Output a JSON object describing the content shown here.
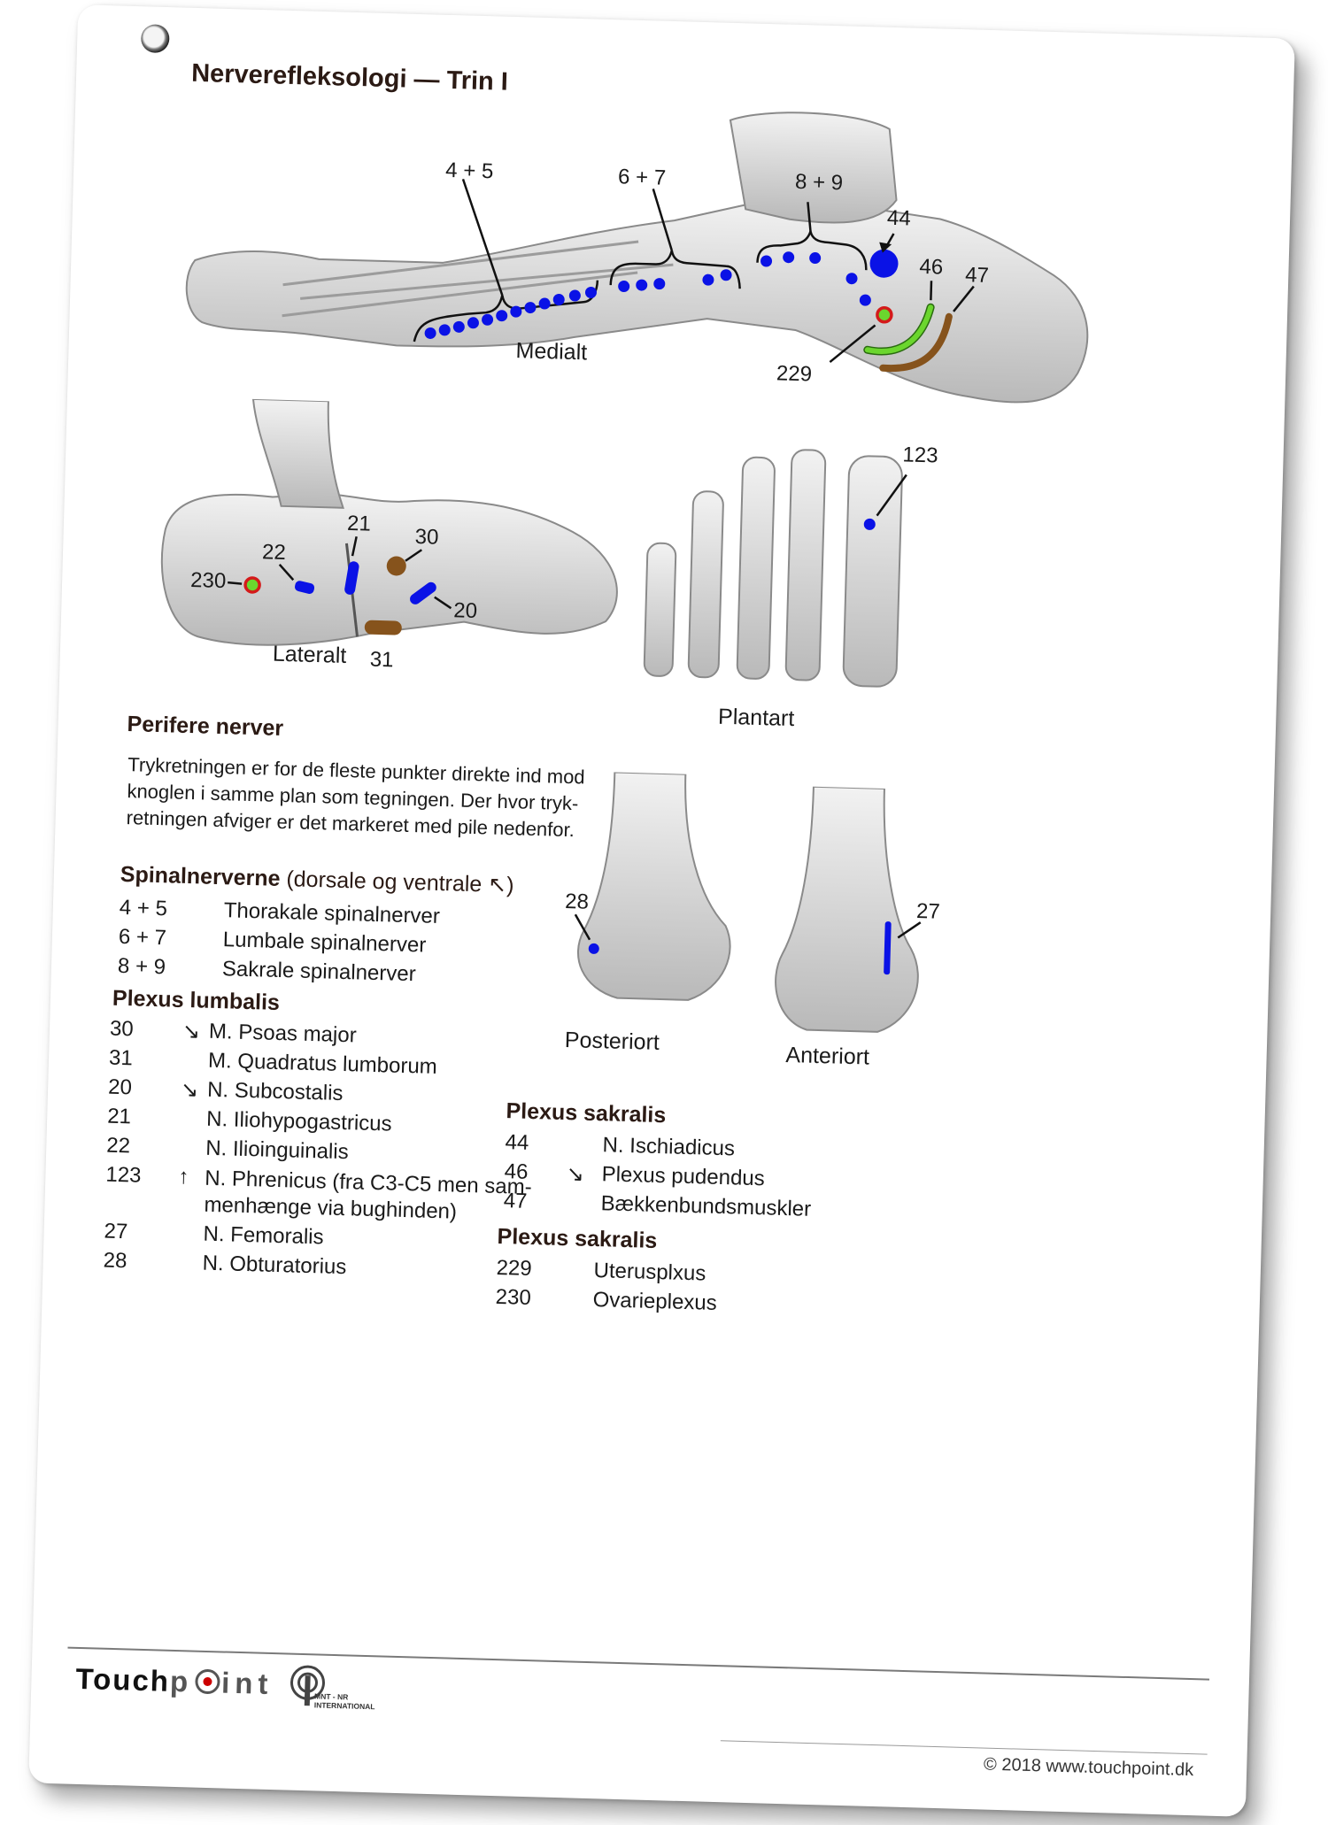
{
  "title": "Nerverefleksologi — Trin I",
  "figures": {
    "medial": {
      "caption": "Medialt",
      "labels": {
        "l45": "4 + 5",
        "l67": "6 + 7",
        "l89": "8 + 9",
        "l44": "44",
        "l46": "46",
        "l47": "47",
        "l229": "229"
      }
    },
    "lateral": {
      "caption": "Lateralt",
      "labels": {
        "l230": "230",
        "l22": "22",
        "l21": "21",
        "l30": "30",
        "l20": "20",
        "l31": "31"
      }
    },
    "plantar": {
      "caption": "Plantart",
      "labels": {
        "l123": "123"
      }
    },
    "posterior": {
      "caption": "Posteriort",
      "labels": {
        "l28": "28"
      }
    },
    "anterior": {
      "caption": "Anteriort",
      "labels": {
        "l27": "27"
      }
    }
  },
  "colors": {
    "blue": "#0a12e6",
    "green": "#6bd62e",
    "brown": "#86531c",
    "red": "#d41a1a"
  },
  "perifere": {
    "heading": "Perifere nerver",
    "lines": [
      "Trykretningen er for de fleste punkter direkte ind mod",
      "knoglen i samme plan som tegningen. Der hvor tryk-",
      "retningen afviger er det markeret med pile nedenfor."
    ]
  },
  "spinal": {
    "heading": "Spinalnerverne",
    "heading_note": "(dorsale og ventrale ↖)",
    "rows": [
      {
        "n": "4 + 5",
        "t": "Thorakale spinalnerver"
      },
      {
        "n": "6 + 7",
        "t": "Lumbale spinalnerver"
      },
      {
        "n": "8 + 9",
        "t": "Sakrale spinalnerver"
      }
    ]
  },
  "lumbalis": {
    "heading": "Plexus lumbalis",
    "rows": [
      {
        "n": "30",
        "a": "↘",
        "t": "M. Psoas major"
      },
      {
        "n": "31",
        "a": "",
        "t": "M. Quadratus lumborum"
      },
      {
        "n": "20",
        "a": "↘",
        "t": "N. Subcostalis"
      },
      {
        "n": "21",
        "a": "",
        "t": "N. Iliohypogastricus"
      },
      {
        "n": "22",
        "a": "",
        "t": "N. Ilioinguinalis"
      },
      {
        "n": "123",
        "a": "↑",
        "t": "N. Phrenicus (fra C3-C5 men sam-menhænge via bughinden)"
      },
      {
        "n": "27",
        "a": "",
        "t": "N. Femoralis"
      },
      {
        "n": "28",
        "a": "",
        "t": "N. Obturatorius"
      }
    ]
  },
  "sakralis1": {
    "heading": "Plexus sakralis",
    "rows": [
      {
        "n": "44",
        "a": "",
        "t": "N. Ischiadicus"
      },
      {
        "n": "46",
        "a": "↘",
        "t": "Plexus pudendus"
      },
      {
        "n": "47",
        "a": "",
        "t": "Bækkenbundsmuskler"
      }
    ]
  },
  "sakralis2": {
    "heading": "Plexus sakralis",
    "rows": [
      {
        "n": "229",
        "a": "",
        "t": "Uterusplxus"
      },
      {
        "n": "230",
        "a": "",
        "t": "Ovarieplexus"
      }
    ]
  },
  "footer": {
    "logo_left": "Touch",
    "logo_right": "int",
    "mnt_line1": "MNT - NR",
    "mnt_line2": "INTERNATIONAL",
    "copyright": "© 2018 www.touchpoint.dk"
  }
}
